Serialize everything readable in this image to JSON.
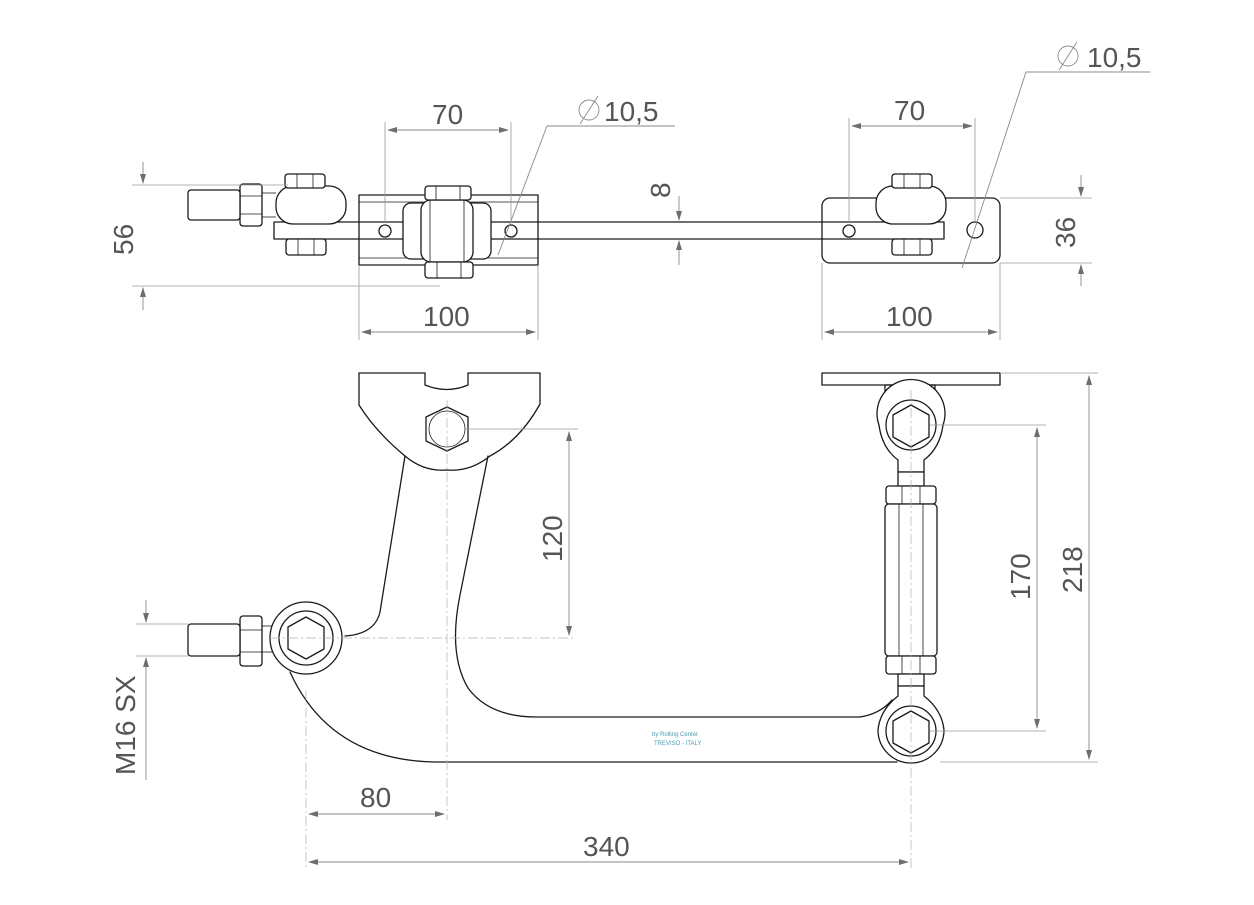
{
  "dimensions": {
    "width_left": "70",
    "hole_diameter_left": "10,5",
    "width_right": "70",
    "hole_diameter_right": "10,5",
    "thickness": "8",
    "height_left": "56",
    "height_right": "36",
    "plate_left": "100",
    "plate_right": "100",
    "drop_left": "120",
    "link_length": "170",
    "overall_height": "218",
    "offset": "80",
    "overall_length": "340",
    "thread": "M16 SX"
  },
  "logo": {
    "line1": "by Rolling Center",
    "line2": "TREVISO - ITALY"
  },
  "colors": {
    "line": "#1a1a1a",
    "dimension": "#8a8a8a",
    "text": "#555555",
    "logo": "#4a9bb0"
  }
}
